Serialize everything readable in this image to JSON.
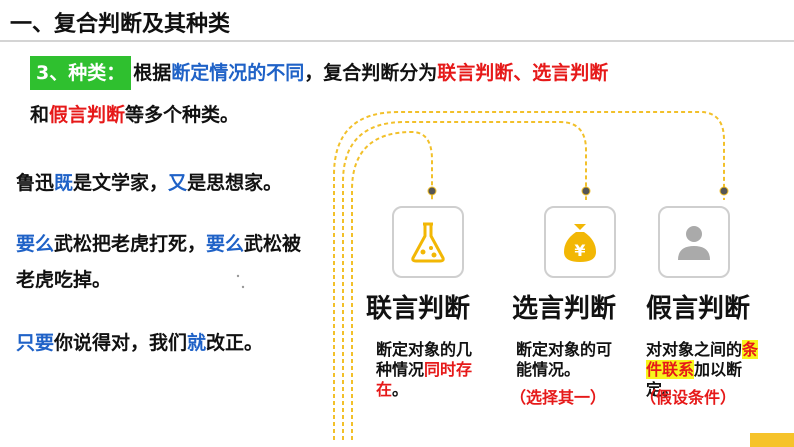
{
  "heading": "一、复合判断及其种类",
  "intro": {
    "badge": "3、种类：",
    "part1": "根据",
    "part2": "断定情况的不同",
    "part3": "，复合判断分为",
    "part4": "联言判断、选言判断",
    "line2_a": "和",
    "line2_b": "假言判断",
    "line2_c": "等多个种类。"
  },
  "examples": [
    {
      "a": "鲁迅",
      "b": "既",
      "c": "是文学家，",
      "d": "又",
      "e": "是思想家。"
    },
    {
      "a": "要么",
      "b": "武松把老虎打死，",
      "c": "要么",
      "d": "武松被老虎吃掉。"
    },
    {
      "a": "只要",
      "b": "你说得对，我们",
      "c": "就",
      "d": "改正。"
    }
  ],
  "categories": [
    {
      "name": "联言判断",
      "icon": "flask-icon",
      "desc_a": "断定对象的几种情况",
      "desc_b": "同时存在",
      "desc_c": "。"
    },
    {
      "name": "选言判断",
      "icon": "money-bag-icon",
      "desc_a": "断定对象的可能情况。",
      "sub": "（选择其一）"
    },
    {
      "name": "假言判断",
      "icon": "person-icon",
      "desc_a": "对对象之间的",
      "desc_b": "条件联系",
      "desc_c": "加以断定。",
      "sub": "（假设条件）"
    }
  ],
  "colors": {
    "accent_green": "#2fc02f",
    "blue": "#1f62c7",
    "red": "#e61919",
    "gold": "#f6c32a",
    "highlight": "#f7f51c"
  }
}
